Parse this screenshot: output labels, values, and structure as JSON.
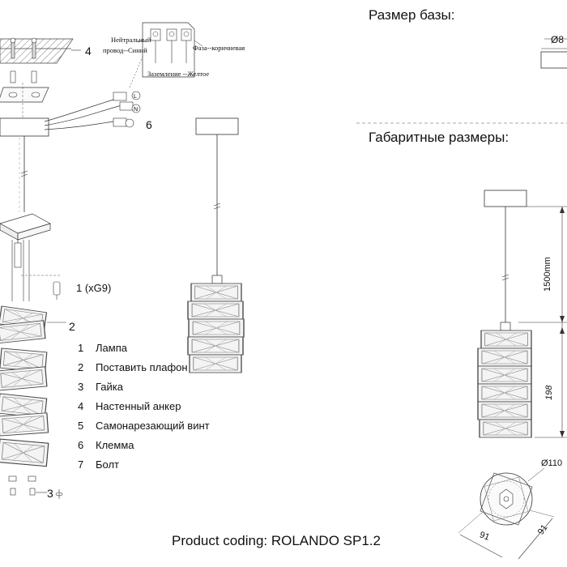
{
  "headings": {
    "base_size": "Размер базы:",
    "overall_dimensions": "Габаритные размеры:"
  },
  "wiring": {
    "neutral_line1": "Нейтральный",
    "neutral_line2": "провод--Синий",
    "phase": "Фаза--коричневая",
    "ground": "Заземление --Желтое"
  },
  "callouts": {
    "c4": "4",
    "c6": "6",
    "c1": "1 (xG9)",
    "c2": "2",
    "c3": "3"
  },
  "legend": [
    {
      "num": "1",
      "text": "Лампа"
    },
    {
      "num": "2",
      "text": "Поставить плафон"
    },
    {
      "num": "3",
      "text": "Гайка"
    },
    {
      "num": "4",
      "text": "Настенный анкер"
    },
    {
      "num": "5",
      "text": "Самонарезающий винт"
    },
    {
      "num": "6",
      "text": "Клемма"
    },
    {
      "num": "7",
      "text": "Болт"
    }
  ],
  "dimensions": {
    "base_diameter": "Ø8",
    "cable_length": "1500mm",
    "shade_height": "198",
    "shade_diameter": "Ø110",
    "width_a": "91",
    "width_b": "91"
  },
  "product_coding": "Product coding: ROLANDO SP1.2"
}
